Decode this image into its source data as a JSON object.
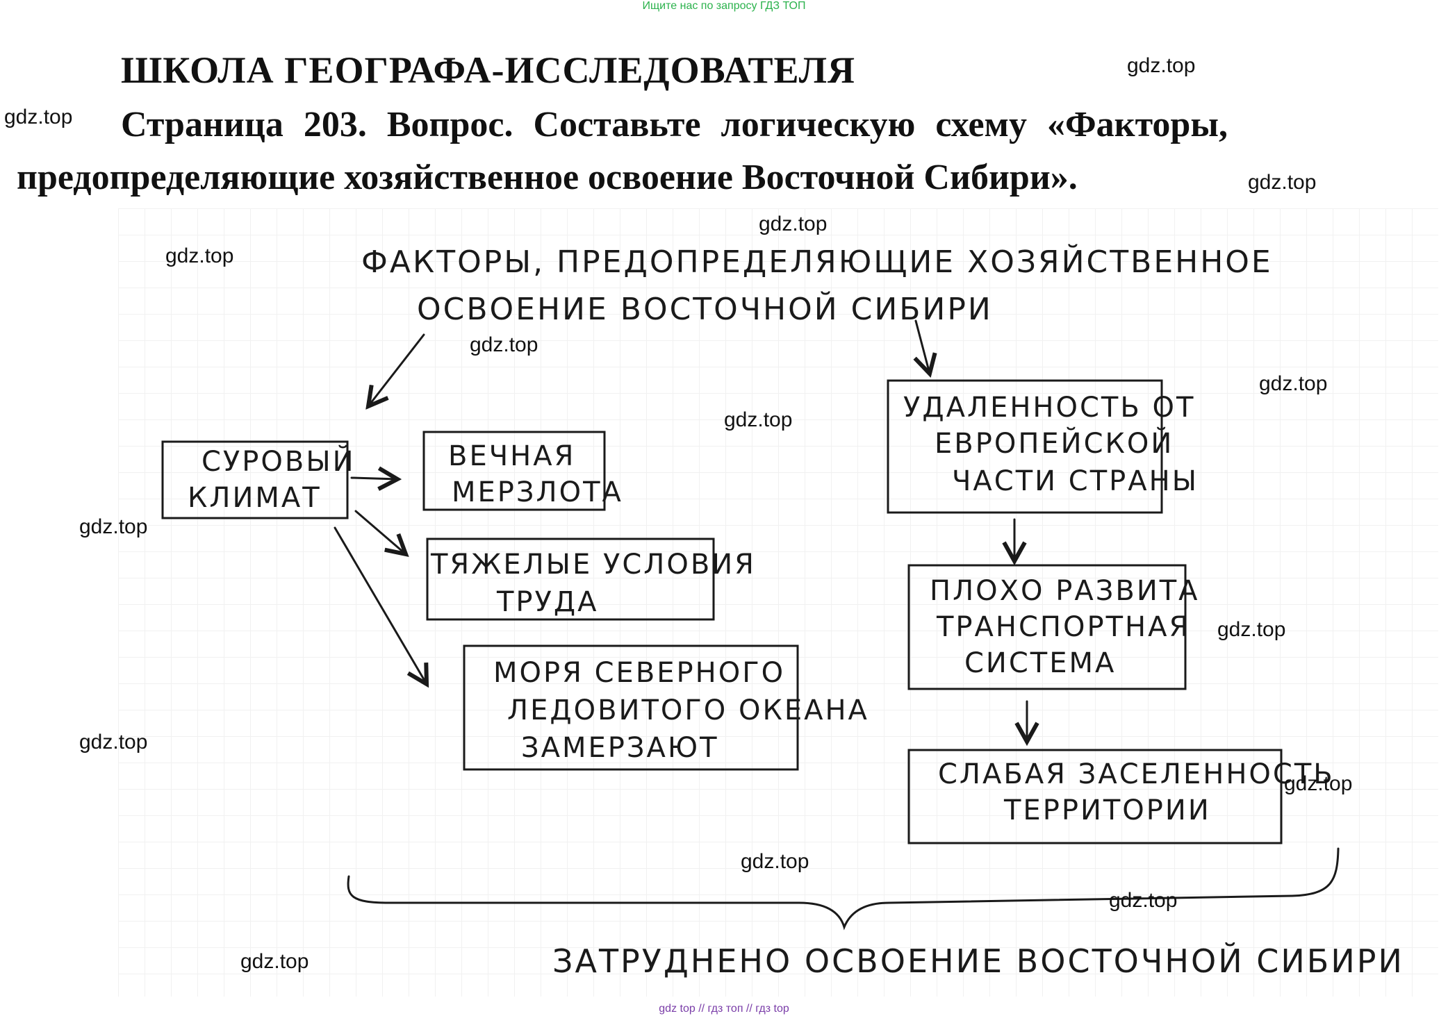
{
  "banner": "Ищите нас по запросу ГДЗ ТОП",
  "heading": {
    "line1": "ШКОЛА ГЕОГРАФА-ИССЛЕДОВАТЕЛЯ",
    "line2": "Страница 203. Вопрос. Составьте логическую схему «Факторы,",
    "line3": "предопределяющие хозяйственное освоение Восточной Сибири»."
  },
  "watermark": "gdz.top",
  "diagram": {
    "title_line1": "ФАКТОРЫ, ПРЕДОПРЕДЕЛЯЮЩИЕ ХОЗЯЙСТВЕННОЕ",
    "title_line2": "ОСВОЕНИЕ ВОСТОЧНОЙ СИБИРИ",
    "climate": {
      "line1": "СУРОВЫЙ",
      "line2": "КЛИМАТ"
    },
    "permafrost": {
      "line1": "ВЕЧНАЯ",
      "line2": "МЕРЗЛОТА"
    },
    "labor": {
      "line1": "ТЯЖЕЛЫЕ УСЛОВИЯ",
      "line2": "ТРУДА"
    },
    "seas": {
      "line1": "МОРЯ СЕВЕРНОГО",
      "line2": "ЛЕДОВИТОГО ОКЕАНА",
      "line3": "ЗАМЕРЗАЮТ"
    },
    "remoteness": {
      "line1": "УДАЛЕННОСТЬ ОТ",
      "line2": "ЕВРОПЕЙСКОЙ",
      "line3": "ЧАСТИ СТРАНЫ"
    },
    "transport": {
      "line1": "ПЛОХО РАЗВИТА",
      "line2": "ТРАНСПОРТНАЯ",
      "line3": "СИСТЕМА"
    },
    "population": {
      "line1": "СЛАБАЯ ЗАСЕЛЕННОСТЬ",
      "line2": "ТЕРРИТОРИИ"
    },
    "conclusion": "ЗАТРУДНЕНО ОСВОЕНИЕ ВОСТОЧНОЙ СИБИРИ"
  },
  "footer": "gdz top // гдз топ // гдз top"
}
